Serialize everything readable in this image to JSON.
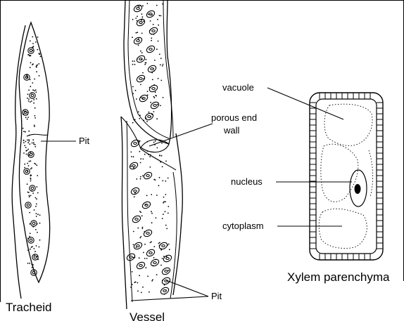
{
  "labels": {
    "pit_upper": "Pit",
    "pit_lower": "Pit",
    "porous_line1": "porous end",
    "porous_line2": "wall",
    "vacuole": "vacuole",
    "nucleus": "nucleus",
    "cytoplasm": "cytoplasm"
  },
  "captions": {
    "tracheid": "Tracheid",
    "vessel": "Vessel",
    "xylem_parenchyma": "Xylem parenchyma"
  }
}
